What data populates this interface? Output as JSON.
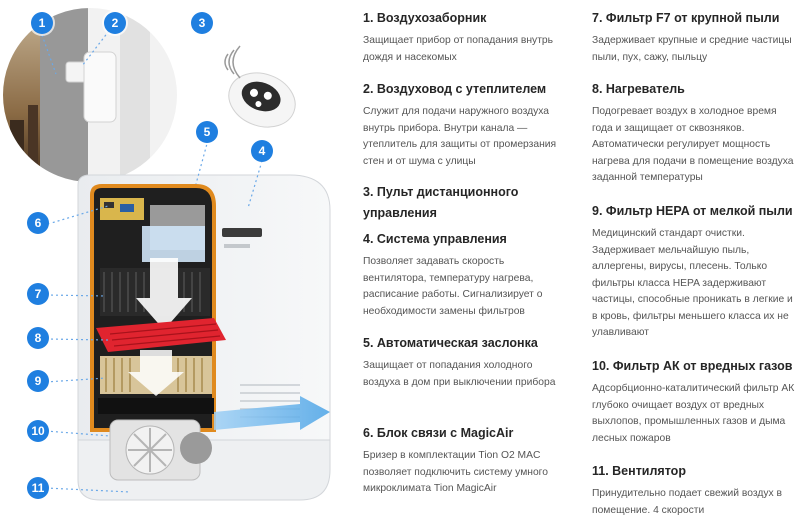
{
  "markers": [
    "1",
    "2",
    "3",
    "4",
    "5",
    "6",
    "7",
    "8",
    "9",
    "10",
    "11"
  ],
  "items": [
    {
      "title": "1. Воздухозаборник",
      "desc": "Защищает прибор от попадания внутрь дождя и насекомых"
    },
    {
      "title": "2. Воздуховод с утеплителем",
      "desc": "Служит для подачи наружного воздуха внутрь прибора. Внутри канала — утеплитель для защиты от промерзания стен и от шума с улицы"
    },
    {
      "title": "3. Пульт дистанционного управления",
      "desc": ""
    },
    {
      "title": "4. Система управления",
      "desc": "Позволяет задавать скорость вентилятора, температуру нагрева, расписание работы. Сигнализирует о необходимости замены фильтров"
    },
    {
      "title": "5. Автоматическая заслонка",
      "desc": "Защищает от попадания холодного воздуха в дом при выключении прибора"
    },
    {
      "title": "6. Блок связи с MagicAir",
      "desc": "Бризер в комплектации Tion O2 MAC позволяет подключить систему умного микроклимата Tion MagicAir"
    },
    {
      "title": "7. Фильтр F7 от крупной пыли",
      "desc": "Задерживает крупные и средние частицы пыли, пух, сажу, пыльцу"
    },
    {
      "title": "8. Нагреватель",
      "desc": "Подогревает воздух в холодное время года и защищает от сквозняков. Автоматически регулирует мощность нагрева для подачи в помещение воздуха заданной температуры"
    },
    {
      "title": "9. Фильтр HEPA от мелкой пыли",
      "desc": "Медицинский стандарт очистки. Задерживает мельчайшую пыль, аллергены, вирусы, плесень. Только фильтры класса HEPA задерживают частицы, способные проникать в легкие и в кровь, фильтры меньшего класса их не улавливают"
    },
    {
      "title": "10. Фильтр АК от вредных газов",
      "desc": "Адсорбционно-каталитический фильтр АК глубоко очищает воздух от вредных выхлопов, промышленных газов и дыма лесных пожаров"
    },
    {
      "title": "11. Вентилятор",
      "desc": "Принудительно подает свежий воздух в помещение. 4 скорости"
    }
  ],
  "colors": {
    "marker": "#1f7fe0",
    "heading": "#262626",
    "body": "#555555",
    "accent_frame": "#e08a1e",
    "heater": "#e0242f"
  }
}
